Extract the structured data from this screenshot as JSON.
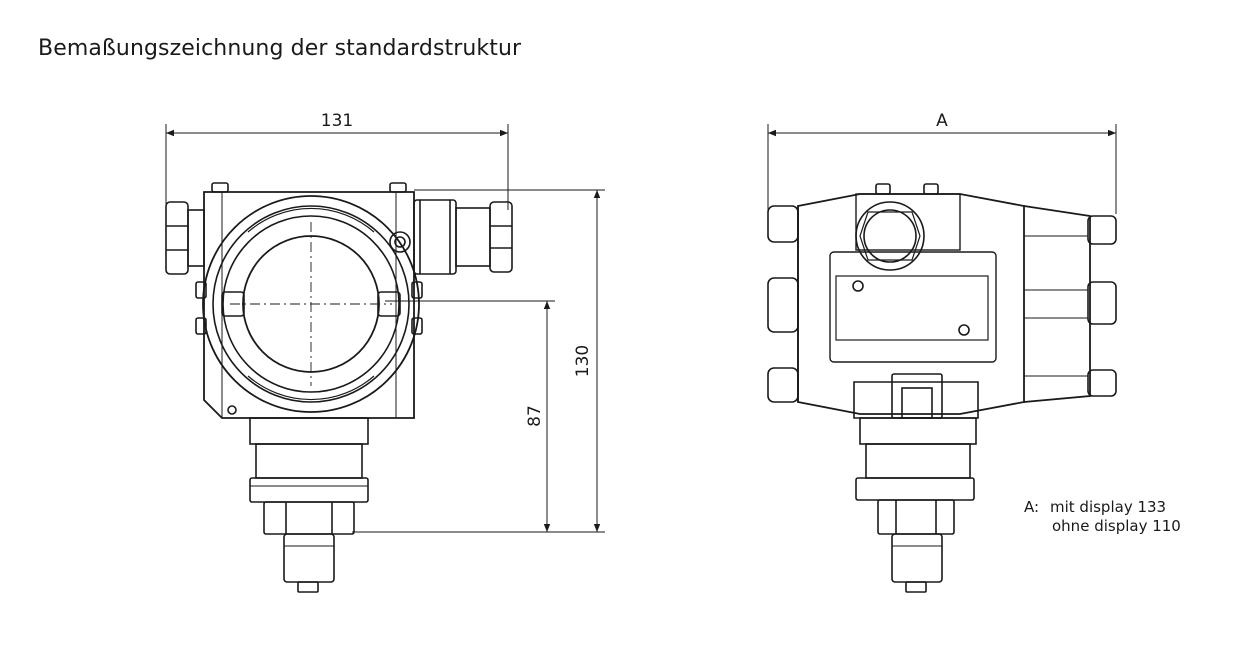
{
  "title": "Bemaßungszeichnung der standardstruktur",
  "front_view": {
    "dim_width": "131",
    "dim_height_total": "130",
    "dim_height_axis": "87"
  },
  "side_view": {
    "dim_width": "A"
  },
  "note": {
    "key": "A:",
    "line1": "mit display 133",
    "line2": "ohne display 110"
  },
  "colors": {
    "line": "#1a1a1a",
    "background": "#ffffff"
  }
}
